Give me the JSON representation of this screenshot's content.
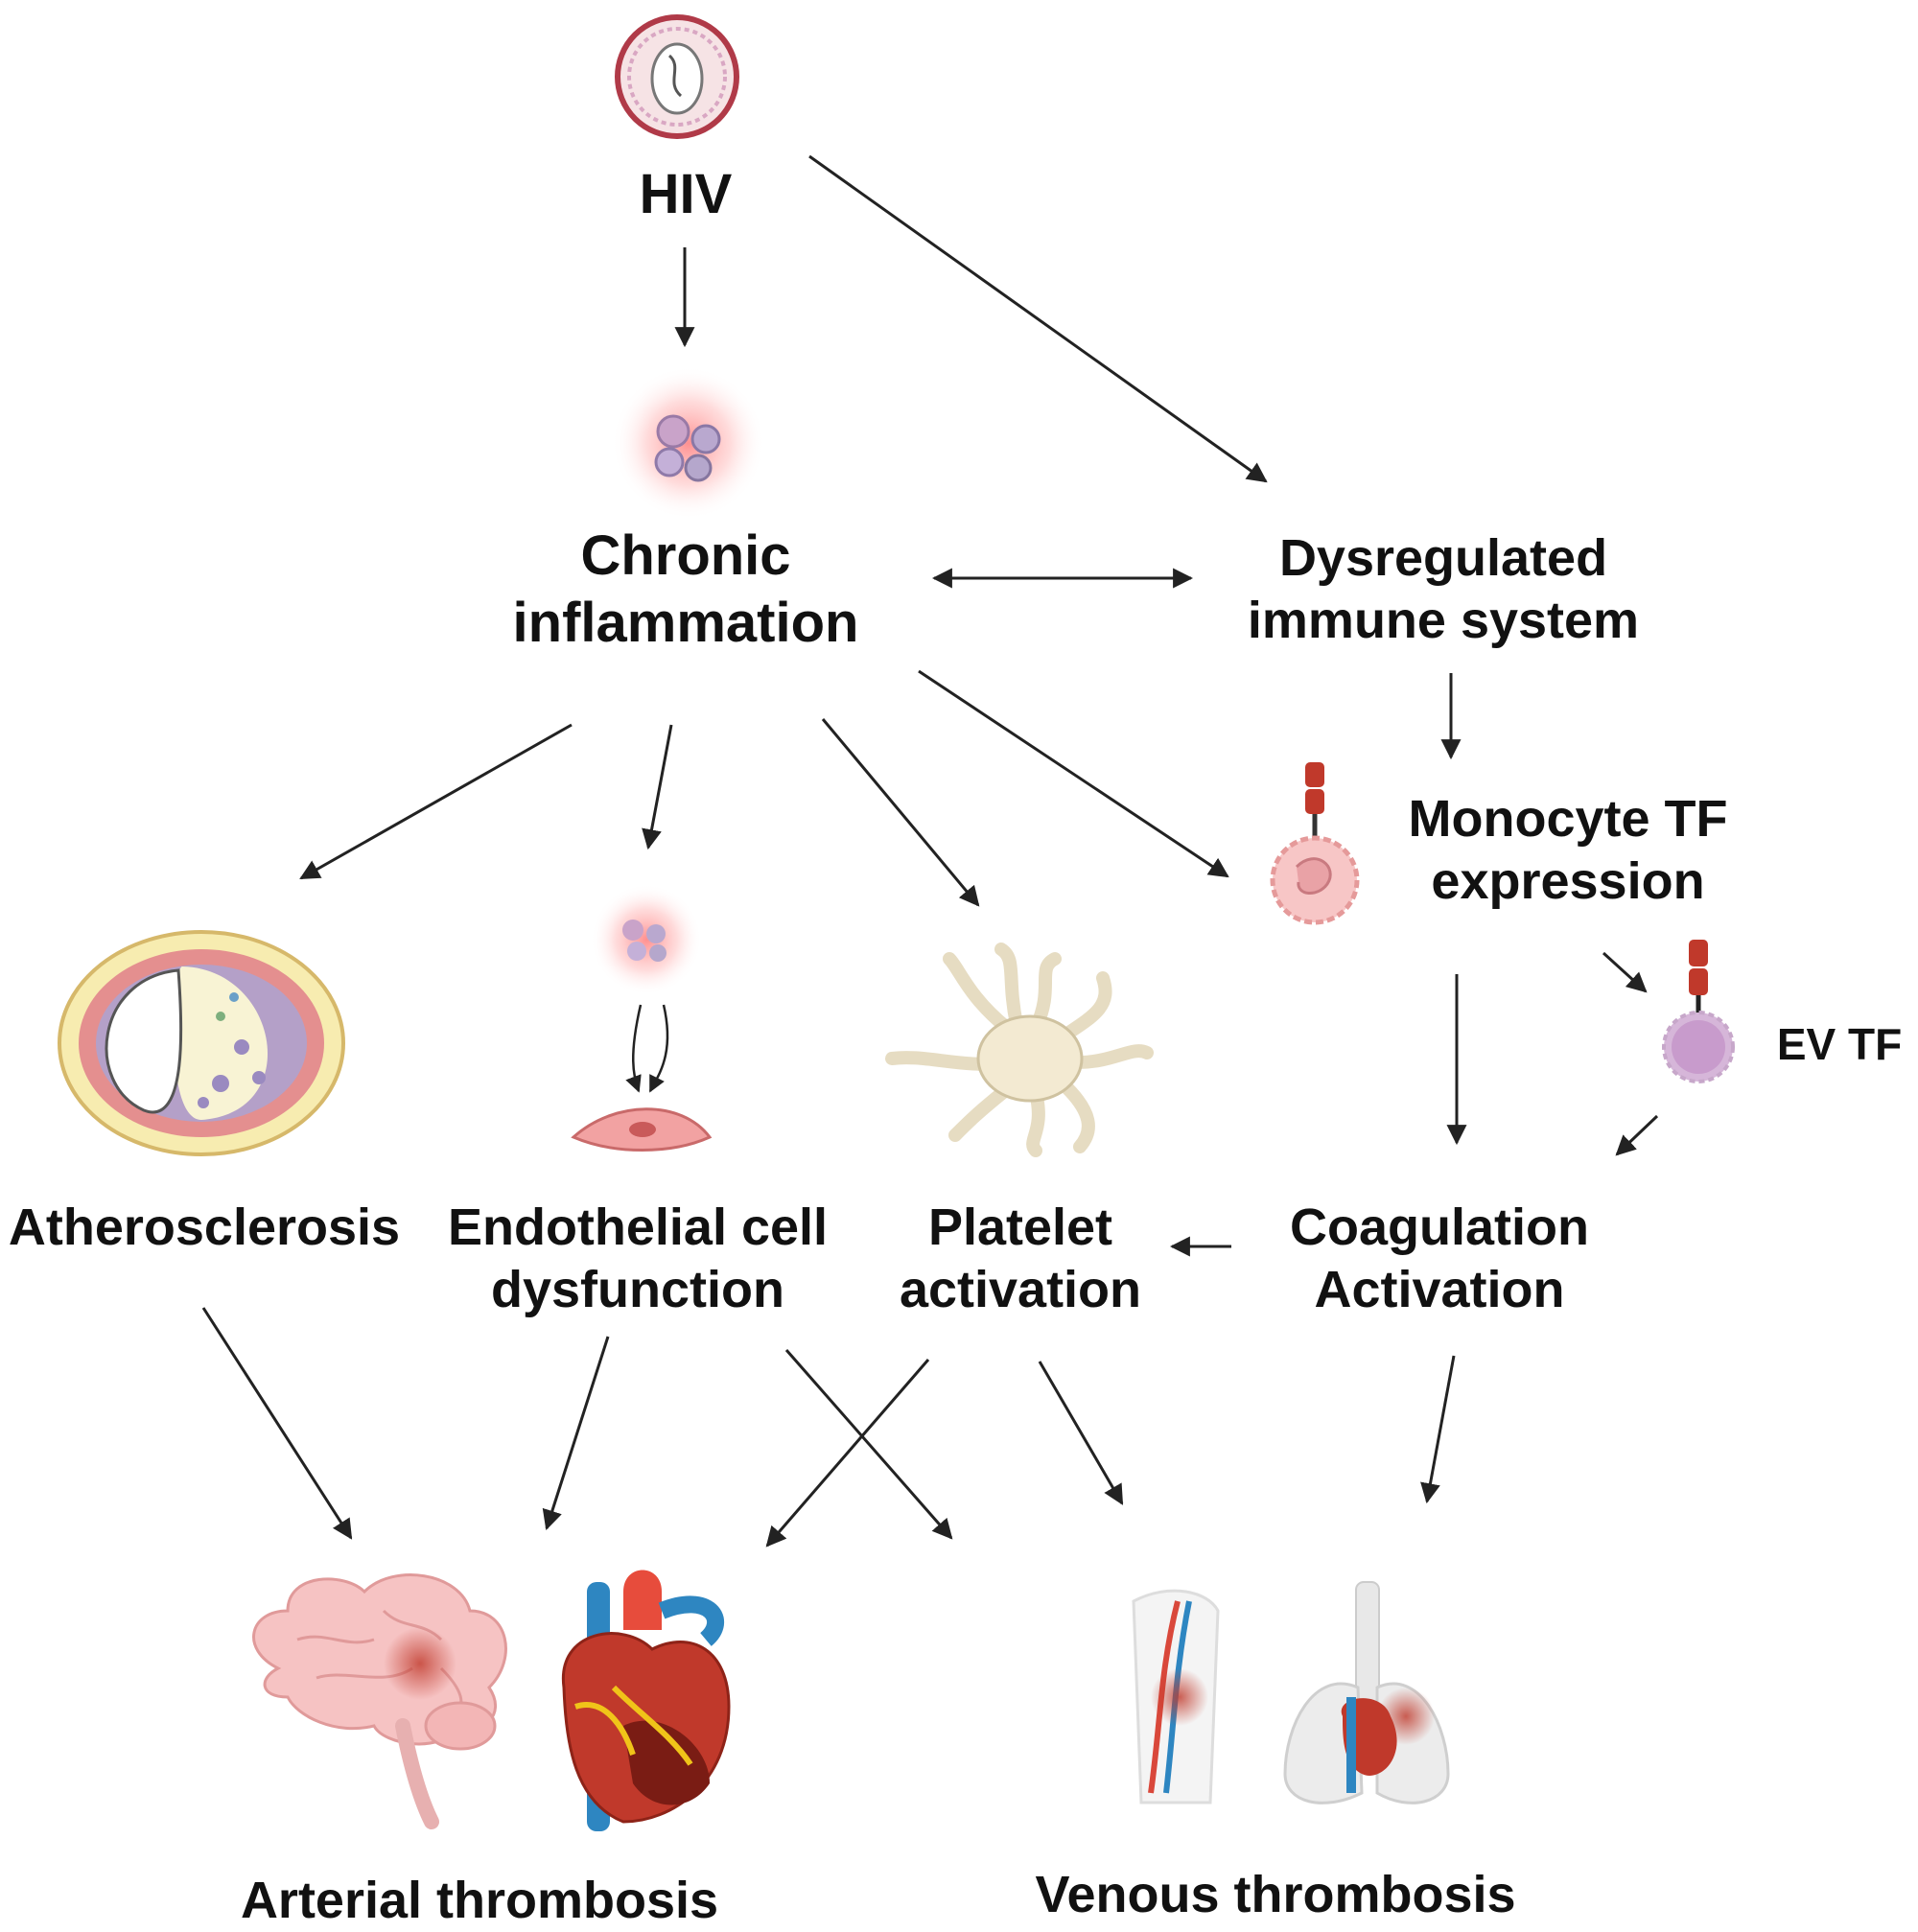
{
  "nodes": {
    "hiv": "HIV",
    "chronic_inflammation": [
      "Chronic",
      "inflammation"
    ],
    "dysregulated_immune": [
      "Dysregulated",
      "immune system"
    ],
    "monocyte_tf": [
      "Monocyte TF",
      "expression"
    ],
    "ev_tf": "EV TF",
    "atherosclerosis": "Atherosclerosis",
    "endothelial": [
      "Endothelial cell",
      "dysfunction"
    ],
    "platelet": [
      "Platelet",
      "activation"
    ],
    "coagulation": [
      "Coagulation",
      "Activation"
    ],
    "arterial_thrombosis": "Arterial thrombosis",
    "venous_thrombosis": "Venous thrombosis"
  },
  "icons": {
    "hiv": "hiv-virus-icon",
    "inflammation": "inflamed-cells-icon",
    "monocyte": "monocyte-tf-icon",
    "ev": "extracellular-vesicle-icon",
    "artery": "atherosclerotic-artery-icon",
    "endothelial": "endothelial-cell-icon",
    "platelet": "activated-platelet-icon",
    "brain": "brain-icon",
    "heart": "heart-icon",
    "leg": "leg-vessels-icon",
    "lungs": "lungs-icon"
  }
}
